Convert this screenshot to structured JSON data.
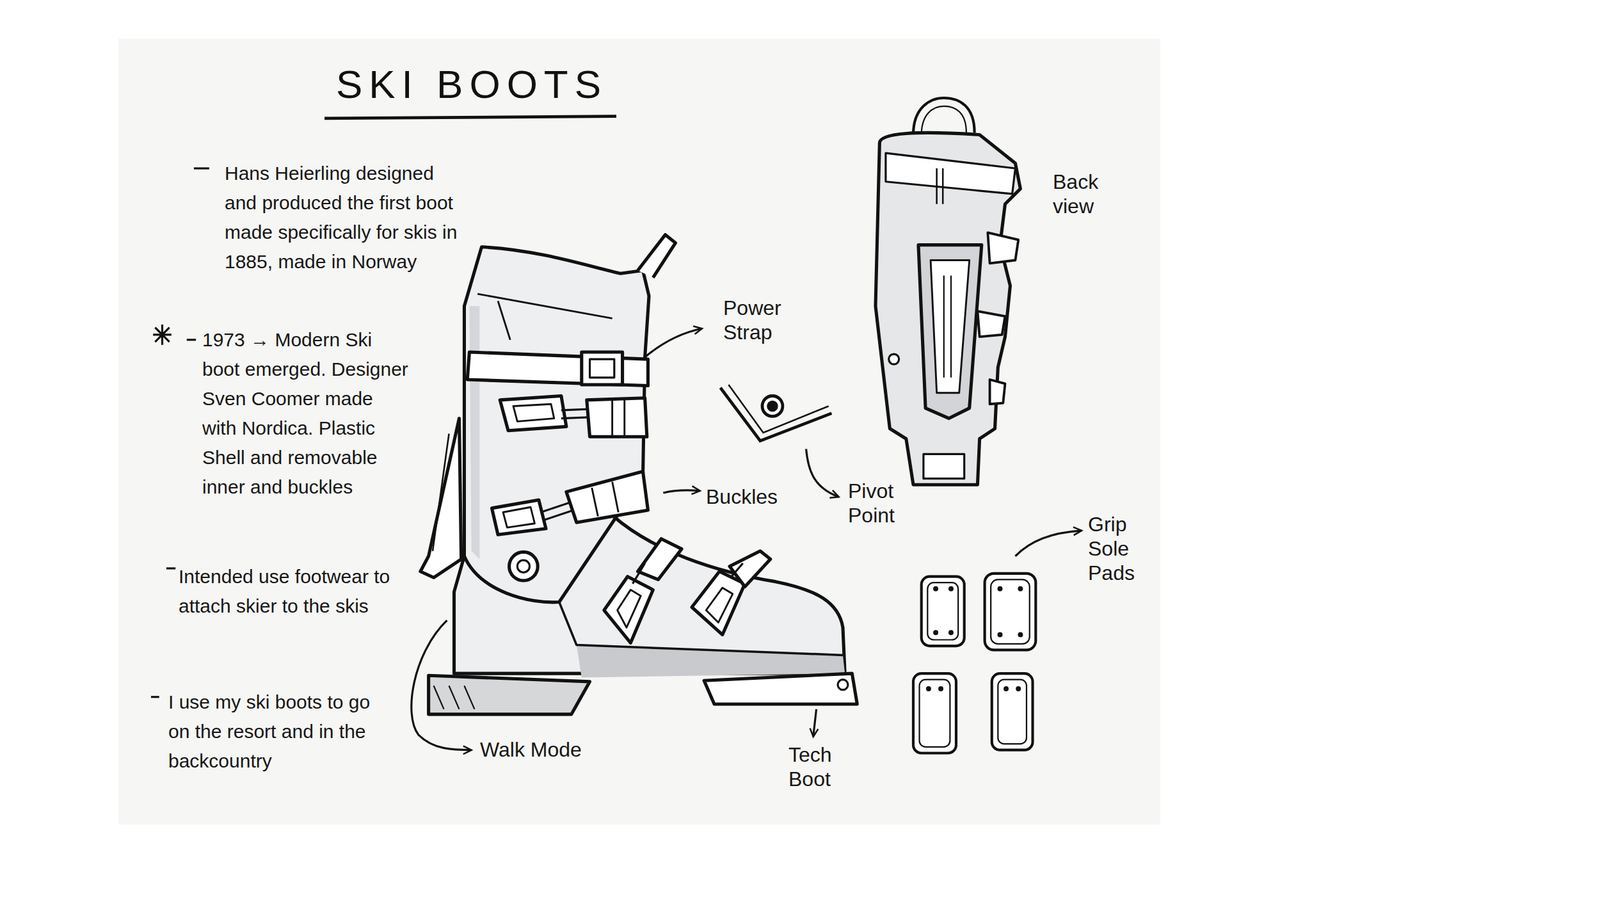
{
  "diagram": {
    "title": "SKI BOOTS",
    "labels": [
      "Hans Heierling designed and produced the first boot made specifically for skis in 1885, made in Norway",
      "1973 → Modern Ski boot emerged. Designer Sven Coomer made with Nordica. Plastic Shell and removable inner and buckles",
      "Intended use footwear to attach skier to the skis",
      "I use my ski boots to go on the resort and in the backcountry",
      "Power Strap",
      "Buckles",
      "Pivot Point",
      "Back view",
      "Grip Sole Pads",
      "Walk Mode",
      "Tech Boot"
    ]
  }
}
